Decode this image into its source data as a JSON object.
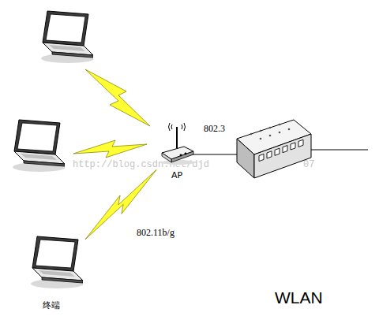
{
  "diagram": {
    "nodes": [
      {
        "text": [
          "AP"
        ]
      },
      {
        "text": [
          "终端"
        ]
      }
    ],
    "edges": [
      {
        "from": 1,
        "to": 0,
        "arrow": "none",
        "label": "802.11b/g"
      }
    ],
    "labels": [
      "802.3",
      "WLAN",
      "http://blog.csdn.net/djd",
      "07"
    ]
  }
}
